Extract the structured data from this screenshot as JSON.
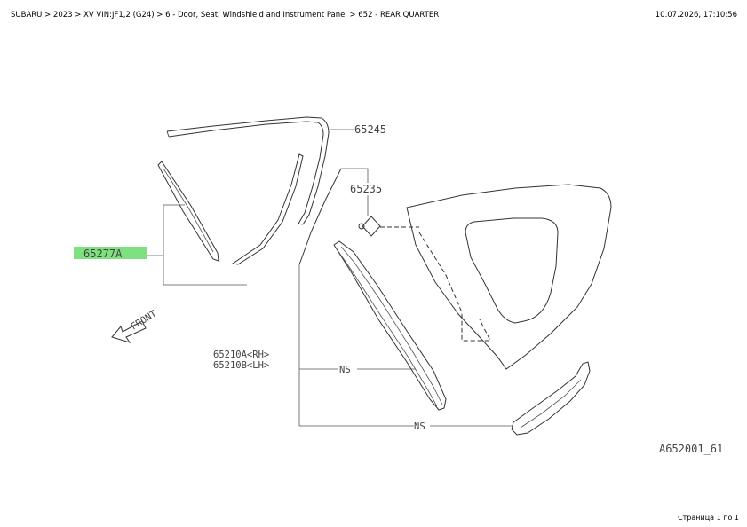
{
  "header": {
    "breadcrumb": "SUBARU > 2023 > XV VIN:JF1,2 (G24) > 6 - Door, Seat, Windshield and Instrument Panel > 652 - REAR QUARTER",
    "timestamp": "10.07.2026, 17:10:56"
  },
  "diagram": {
    "part_labels": {
      "p65245": "65245",
      "p65235": "65235",
      "p65277A": "65277A",
      "p65210A": "65210A<RH>",
      "p65210B": "65210B<LH>"
    },
    "ns_label_1": "NS",
    "ns_label_2": "NS",
    "front_label": "FRONT",
    "diagram_code": "A652001_61",
    "highlighted_part": "65277A",
    "highlight_color": "#7ee07e"
  },
  "footer": {
    "page_info": "Страница 1 по 1"
  }
}
